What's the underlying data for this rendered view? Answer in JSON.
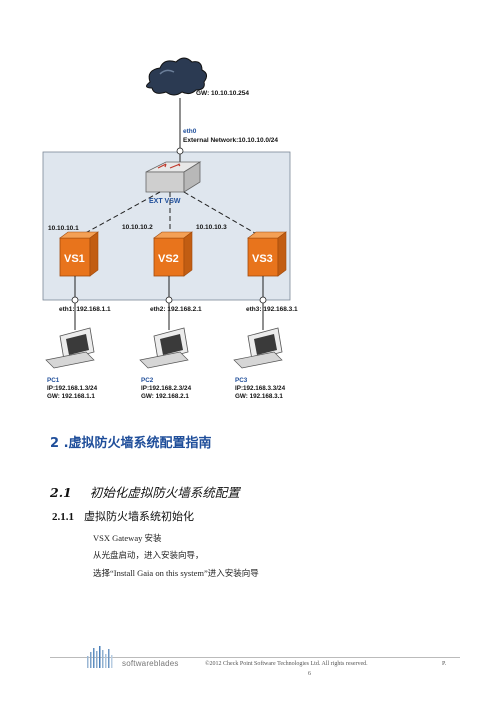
{
  "diagram": {
    "gateway": "GW: 10.10.10.254",
    "eth0": "eth0",
    "external_network": "External Network:10.10.10.0/24",
    "vsw_label": "EXT VSW",
    "vs_links": [
      "10.10.10.1",
      "10.10.10.2",
      "10.10.10.3"
    ],
    "vs_names": [
      "VS1",
      "VS2",
      "VS3"
    ],
    "eth_labels": [
      "eth1: 192.168.1.1",
      "eth2: 192.168.2.1",
      "eth3: 192.168.3.1"
    ],
    "pcs": [
      {
        "name": "PC1",
        "ip": "IP:192.168.1.3/24",
        "gw": "GW: 192.168.1.1"
      },
      {
        "name": "PC2",
        "ip": "IP:192.168.2.3/24",
        "gw": "GW: 192.168.2.1"
      },
      {
        "name": "PC3",
        "ip": "IP:192.168.3.3/24",
        "gw": "GW: 192.168.3.1"
      }
    ]
  },
  "heading2": "2 .虚拟防火墙系统配置指南",
  "heading3": {
    "num": "2.1",
    "title": "初始化虚拟防火墙系统配置"
  },
  "heading4": {
    "num": "2.1.1",
    "title": "虚拟防火墙系统初始化"
  },
  "body": [
    "VSX Gateway 安装",
    "从光盘启动，进入安装向导，",
    "选择“Install Gaia on this system”进入安装向导"
  ],
  "footer": {
    "brand": "softwareblades",
    "copyright": "©2012 Check Point Software Technologies Ltd. All rights reserved.",
    "page_prefix": "P.",
    "page_number": "6"
  },
  "colors": {
    "accent": "#1f4e9a",
    "firewall": "#e8741c",
    "box_fill": "#dfe6ee"
  }
}
